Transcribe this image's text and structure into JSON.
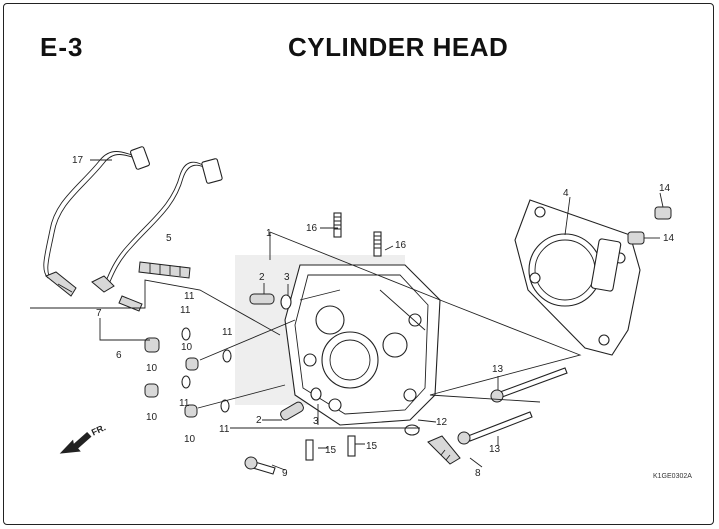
{
  "header": {
    "section_code": "E-3",
    "title": "CYLINDER HEAD"
  },
  "direction_marker": {
    "label": "FR.",
    "icon": "front-arrow-icon"
  },
  "reference_code": "K1GE0302A",
  "callouts": [
    {
      "id": "c1",
      "label": "1"
    },
    {
      "id": "c2a",
      "label": "2"
    },
    {
      "id": "c2b",
      "label": "2"
    },
    {
      "id": "c3a",
      "label": "3"
    },
    {
      "id": "c3b",
      "label": "3"
    },
    {
      "id": "c4",
      "label": "4"
    },
    {
      "id": "c5",
      "label": "5"
    },
    {
      "id": "c6",
      "label": "6"
    },
    {
      "id": "c7",
      "label": "7"
    },
    {
      "id": "c8",
      "label": "8"
    },
    {
      "id": "c9",
      "label": "9"
    },
    {
      "id": "c10a",
      "label": "10"
    },
    {
      "id": "c10b",
      "label": "10"
    },
    {
      "id": "c10c",
      "label": "10"
    },
    {
      "id": "c10d",
      "label": "10"
    },
    {
      "id": "c11a",
      "label": "11"
    },
    {
      "id": "c11b",
      "label": "11"
    },
    {
      "id": "c11c",
      "label": "11"
    },
    {
      "id": "c11d",
      "label": "11"
    },
    {
      "id": "c11e",
      "label": "11"
    },
    {
      "id": "c12",
      "label": "12"
    },
    {
      "id": "c13a",
      "label": "13"
    },
    {
      "id": "c13b",
      "label": "13"
    },
    {
      "id": "c14a",
      "label": "14"
    },
    {
      "id": "c14b",
      "label": "14"
    },
    {
      "id": "c15a",
      "label": "15"
    },
    {
      "id": "c15b",
      "label": "15"
    },
    {
      "id": "c16a",
      "label": "16"
    },
    {
      "id": "c16b",
      "label": "16"
    },
    {
      "id": "c17",
      "label": "17"
    }
  ]
}
